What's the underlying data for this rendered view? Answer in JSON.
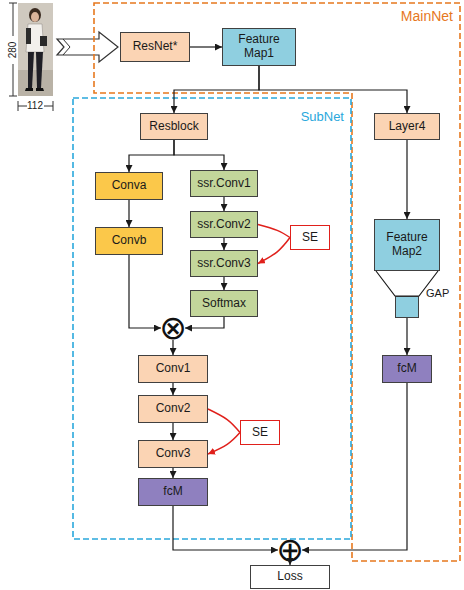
{
  "diagram": {
    "nodes": [
      {
        "text": [
          "MainNet"
        ]
      },
      {
        "text": [
          "ResNet*"
        ],
        "in": 0
      },
      {
        "text": [
          "Feature Map1"
        ],
        "in": 0
      },
      {
        "text": [
          "SubNet"
        ]
      },
      {
        "text": [
          "Resblock"
        ],
        "in": 3
      },
      {
        "text": [
          "Layer4"
        ],
        "in": 0
      },
      {
        "text": [
          "Conva"
        ],
        "in": 3
      },
      {
        "text": [
          "ssr.Conv1"
        ],
        "in": 3
      },
      {
        "text": [
          "ssr.Conv2"
        ],
        "in": 3
      },
      {
        "text": [
          "SE"
        ],
        "in": 3
      },
      {
        "text": [
          "ssr.Conv3"
        ],
        "in": 3
      },
      {
        "text": [
          "Feature Map2"
        ],
        "in": 0
      },
      {
        "text": [
          "Convb"
        ],
        "in": 3
      },
      {
        "text": [
          "GAP"
        ],
        "in": 0
      },
      {
        "text": [
          "Softmax"
        ],
        "in": 3
      },
      {
        "text": [
          "⊗"
        ],
        "in": 3
      },
      {
        "text": [
          "Conv1"
        ],
        "in": 3
      },
      {
        "text": [
          "fcM"
        ],
        "in": 0
      },
      {
        "text": [
          "Conv2"
        ],
        "in": 3
      },
      {
        "text": [
          "SE"
        ],
        "in": 3
      },
      {
        "text": [
          "Conv3"
        ],
        "in": 3
      },
      {
        "text": [
          "fcM"
        ],
        "in": 3
      },
      {
        "text": [
          "⊕"
        ]
      },
      {
        "text": [
          "Loss"
        ]
      }
    ],
    "edges": [
      {
        "from": 1,
        "to": 2,
        "arrow": "to"
      },
      {
        "from": 2,
        "to": 4,
        "arrow": "to"
      },
      {
        "from": 2,
        "to": 5,
        "arrow": "to"
      },
      {
        "from": 4,
        "to": 6,
        "arrow": "to"
      },
      {
        "from": 4,
        "to": 7,
        "arrow": "to"
      },
      {
        "from": 6,
        "to": 12,
        "arrow": "to"
      },
      {
        "from": 7,
        "to": 8,
        "arrow": "to"
      },
      {
        "from": 8,
        "to": 10,
        "arrow": "to"
      },
      {
        "from": 8,
        "to": 9,
        "arrow": "none"
      },
      {
        "from": 9,
        "to": 10,
        "arrow": "to"
      },
      {
        "from": 10,
        "to": 14,
        "arrow": "to"
      },
      {
        "from": 12,
        "to": 15,
        "arrow": "to"
      },
      {
        "from": 14,
        "to": 15,
        "arrow": "to"
      },
      {
        "from": 15,
        "to": 16,
        "arrow": "to"
      },
      {
        "from": 16,
        "to": 18,
        "arrow": "to"
      },
      {
        "from": 18,
        "to": 20,
        "arrow": "to"
      },
      {
        "from": 18,
        "to": 19,
        "arrow": "none"
      },
      {
        "from": 19,
        "to": 20,
        "arrow": "to"
      },
      {
        "from": 20,
        "to": 21,
        "arrow": "to"
      },
      {
        "from": 5,
        "to": 11,
        "arrow": "to"
      },
      {
        "from": 11,
        "to": 13,
        "arrow": "none"
      },
      {
        "from": 13,
        "to": 17,
        "arrow": "to"
      },
      {
        "from": 21,
        "to": 22,
        "arrow": "to"
      },
      {
        "from": 17,
        "to": 22,
        "arrow": "to"
      },
      {
        "from": 22,
        "to": 23,
        "arrow": "to"
      }
    ],
    "labels": [
      "280",
      "112"
    ]
  }
}
